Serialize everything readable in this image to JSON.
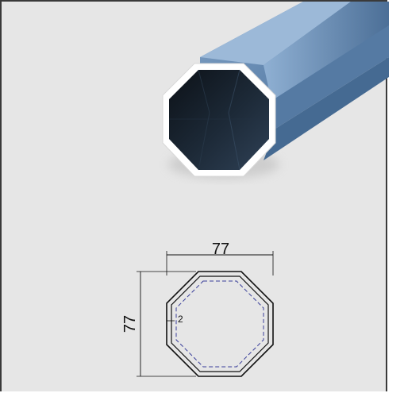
{
  "drawing": {
    "width_label": "77",
    "height_label": "77",
    "wall_label": "2"
  }
}
